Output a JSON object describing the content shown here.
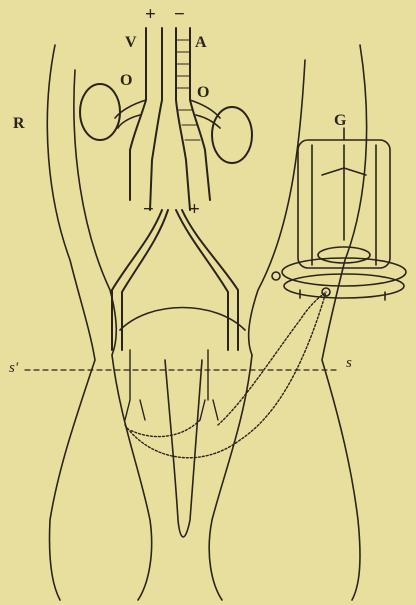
{
  "figure": {
    "background": "#e8df9e",
    "ink": "#2a2418",
    "labels": {
      "plus_top": "+",
      "minus_top": "−",
      "v": "V",
      "a": "A",
      "o_left": "O",
      "o_right": "O",
      "r": "R",
      "g": "G",
      "minus_mid": "−",
      "plus_mid": "+",
      "s_prime": "s'",
      "s": "s"
    }
  }
}
